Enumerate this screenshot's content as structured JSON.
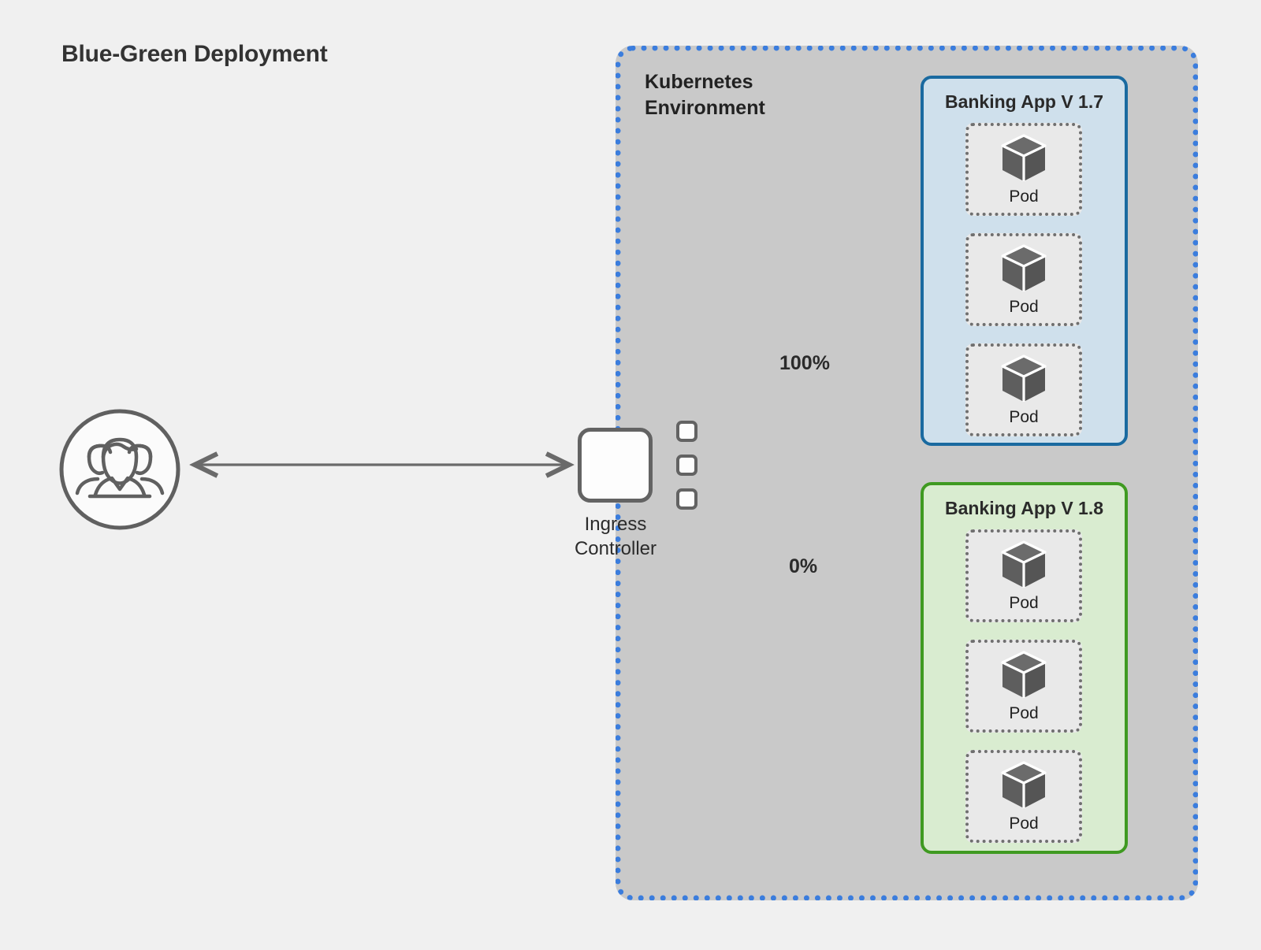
{
  "page": {
    "title": "Blue-Green Deployment",
    "background_color": "#f0f0f0"
  },
  "kubernetes": {
    "label": "Kubernetes\nEnvironment",
    "border_color": "#3b7ddd",
    "fill_color": "#c9c9c9"
  },
  "users": {
    "icon": "users-group-icon"
  },
  "ingress": {
    "label": "Ingress\nController",
    "ports": [
      "port-top",
      "port-middle",
      "port-bottom"
    ]
  },
  "traffic": {
    "active": "100%",
    "idle": "0%"
  },
  "apps": [
    {
      "title": "Banking App V 1.7",
      "color": "blue",
      "border_color": "#1a6aa0",
      "fill_color": "#cfe0ec",
      "traffic": "100%",
      "pods": [
        {
          "label": "Pod",
          "icon": "cube-icon"
        },
        {
          "label": "Pod",
          "icon": "cube-icon"
        },
        {
          "label": "Pod",
          "icon": "cube-icon"
        }
      ]
    },
    {
      "title": "Banking App V 1.8",
      "color": "green",
      "border_color": "#3f9a21",
      "fill_color": "#d9ecd0",
      "traffic": "0%",
      "pods": [
        {
          "label": "Pod",
          "icon": "cube-icon"
        },
        {
          "label": "Pod",
          "icon": "cube-icon"
        },
        {
          "label": "Pod",
          "icon": "cube-icon"
        }
      ]
    }
  ]
}
